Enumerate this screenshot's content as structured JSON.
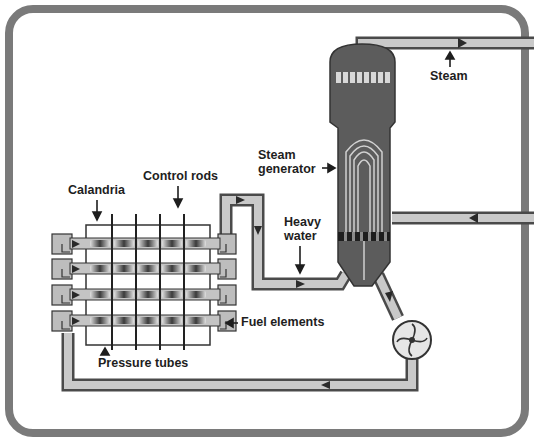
{
  "diagram": {
    "labels": [
      "Steam generator",
      "Steam",
      "Calandria",
      "Control rods",
      "Heavy water",
      "Fuel elements",
      "Pressure tubes"
    ]
  }
}
